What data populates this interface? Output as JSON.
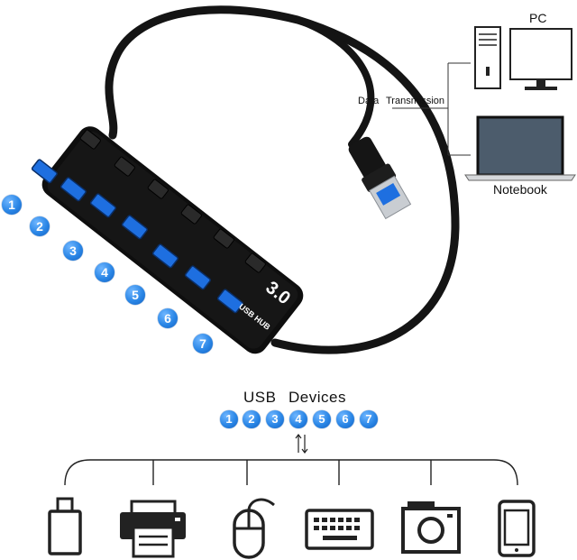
{
  "labels": {
    "pc": "PC",
    "notebook": "Notebook",
    "data": "Data",
    "transmission": "Transmission",
    "usb_devices_usb": "USB",
    "usb_devices_devices": "Devices",
    "hub_brand": "3.0",
    "hub_text": "USB HUB"
  },
  "hub_ports": [
    "1",
    "2",
    "3",
    "4",
    "5",
    "6",
    "7"
  ],
  "device_ports": [
    "1",
    "2",
    "3",
    "4",
    "5",
    "6",
    "7"
  ],
  "devices": [
    "usb-flash-drive-icon",
    "printer-icon",
    "mouse-icon",
    "keyboard-icon",
    "camera-icon",
    "phone-icon"
  ],
  "colors": {
    "badge_blue": "#2a86e6",
    "port_blue": "#1e6fe0",
    "hub_black": "#101010",
    "screen_gray": "#4a5a6a"
  }
}
